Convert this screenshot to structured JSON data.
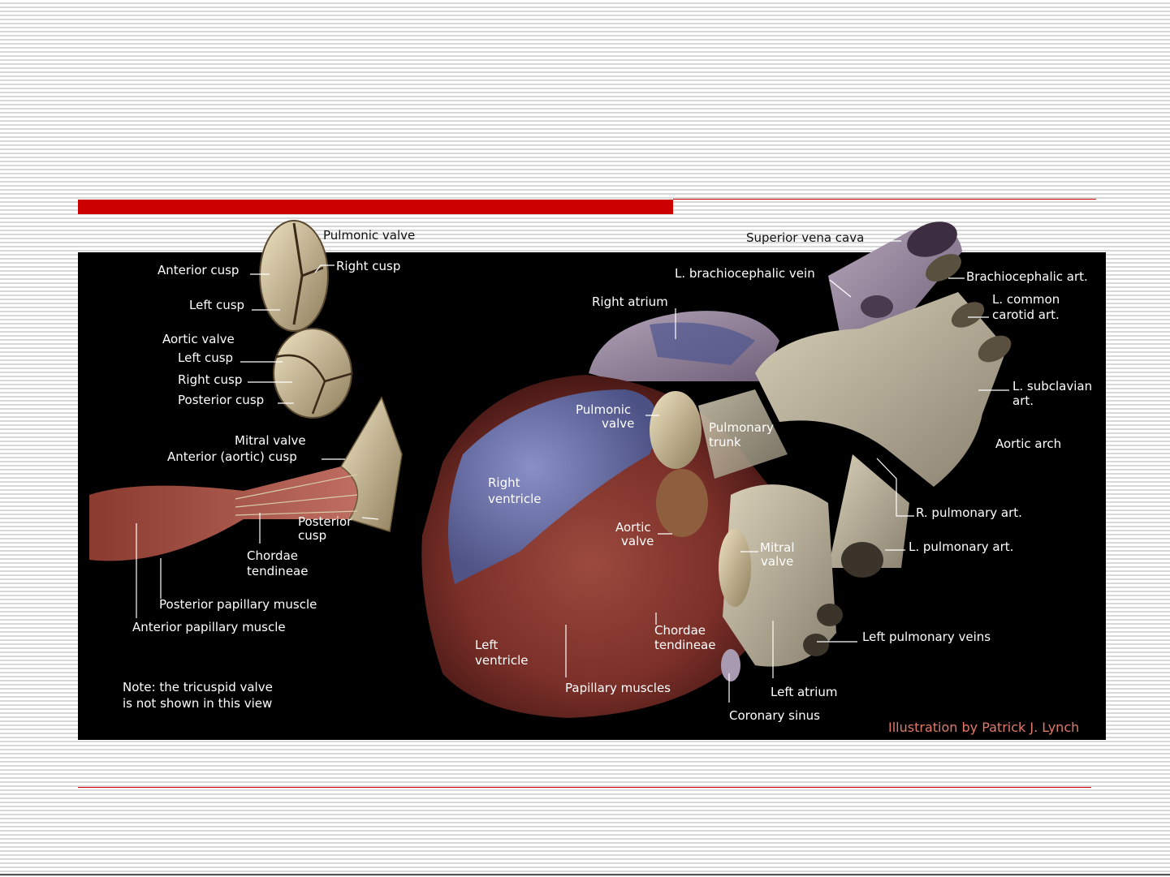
{
  "colors": {
    "accent": "#cc0000",
    "figure_bg": "#000000",
    "label": "#ffffff",
    "credit": "#e07a6a"
  },
  "labels": {
    "pulmonic_valve_top": "Pulmonic valve",
    "anterior_cusp": "Anterior cusp",
    "right_cusp_pulm": "Right cusp",
    "left_cusp_pulm": "Left cusp",
    "aortic_valve_title": "Aortic valve",
    "left_cusp_aortic": "Left cusp",
    "right_cusp_aortic": "Right cusp",
    "posterior_cusp": "Posterior cusp",
    "mitral_valve_title": "Mitral valve",
    "anterior_aortic_cusp": "Anterior (aortic) cusp",
    "posterior_cusp_mitral_1": "Posterior",
    "posterior_cusp_mitral_2": "cusp",
    "chordae_1": "Chordae",
    "chordae_2": "tendineae",
    "posterior_papillary": "Posterior papillary muscle",
    "anterior_papillary": "Anterior papillary muscle",
    "note_1": "Note: the tricuspid valve",
    "note_2": "is not shown in this view",
    "superior_vena_cava": "Superior vena cava",
    "l_brachiocephalic_vein": "L. brachiocephalic vein",
    "brachiocephalic_art": "Brachiocephalic art.",
    "l_common_1": "L. common",
    "l_common_2": "carotid art.",
    "right_atrium": "Right atrium",
    "l_subclavian_1": "L. subclavian",
    "l_subclavian_2": "art.",
    "pulmonic_valve_2_1": "Pulmonic",
    "pulmonic_valve_2_2": "valve",
    "pulmonary_trunk_1": "Pulmonary",
    "pulmonary_trunk_2": "trunk",
    "aortic_arch": "Aortic arch",
    "right_ventricle_1": "Right",
    "right_ventricle_2": "ventricle",
    "r_pulmonary_art": "R. pulmonary art.",
    "aortic_valve_2_1": "Aortic",
    "aortic_valve_2_2": "valve",
    "mitral_valve_2_1": "Mitral",
    "mitral_valve_2_2": "valve",
    "l_pulmonary_art": "L. pulmonary art.",
    "chordae_r_1": "Chordae",
    "chordae_r_2": "tendineae",
    "left_ventricle_1": "Left",
    "left_ventricle_2": "ventricle",
    "left_pulmonary_veins": "Left pulmonary veins",
    "papillary_muscles": "Papillary muscles",
    "left_atrium": "Left atrium",
    "coronary_sinus": "Coronary sinus",
    "credit": "Illustration by Patrick J. Lynch"
  }
}
